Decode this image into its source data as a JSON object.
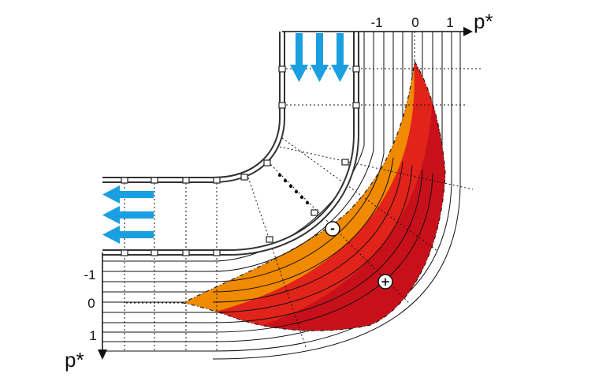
{
  "top_axis": {
    "title": "p*",
    "ticks": [
      "-1",
      "0",
      "1"
    ]
  },
  "left_axis": {
    "title": "p*",
    "ticks": [
      "-1",
      "0",
      "1"
    ]
  },
  "markers": {
    "negative": "-",
    "positive": "+"
  },
  "colors": {
    "pipe_wall": "#333333",
    "flow_arrow": "#1a9fe0",
    "pressure_inner": "#f08a00",
    "pressure_middle": "#e2231a",
    "pressure_outer": "#c8101a",
    "grid_line": "#111111"
  }
}
